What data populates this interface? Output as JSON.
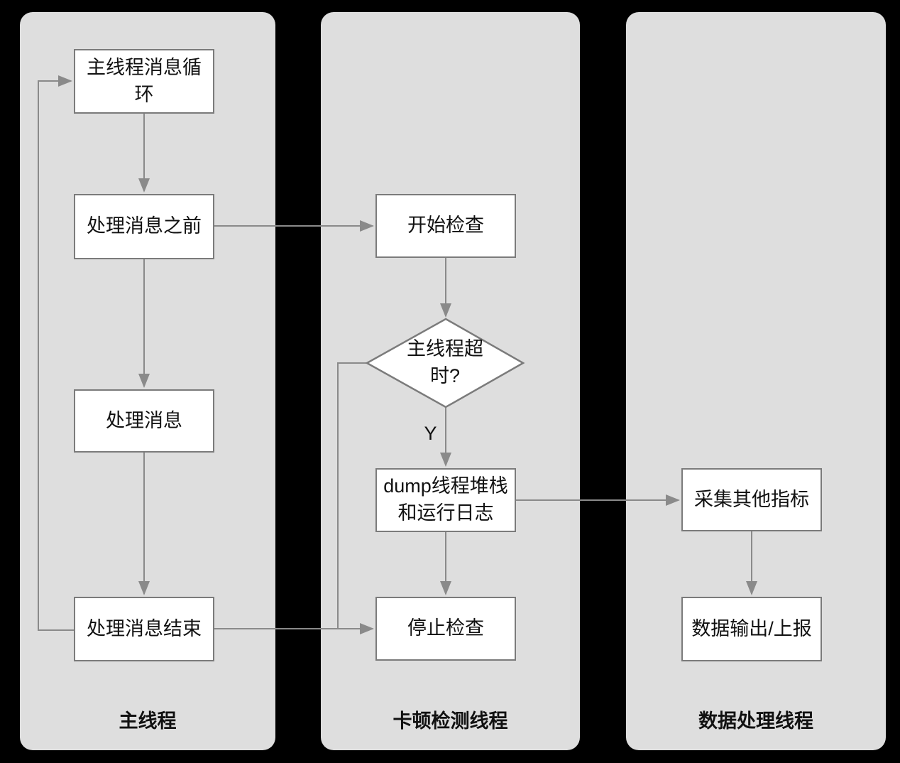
{
  "colors": {
    "background": "#000000",
    "lane_fill": "#dedede",
    "node_fill": "#ffffff",
    "node_border": "#7b7b7b",
    "connector": "#8a8a8a",
    "text": "#111111"
  },
  "lanes": [
    {
      "label": "主线程"
    },
    {
      "label": "卡顿检测线程"
    },
    {
      "label": "数据处理线程"
    }
  ],
  "nodes": {
    "main_loop": {
      "label": "主线程消息循环"
    },
    "before_msg": {
      "label": "处理消息之前"
    },
    "handle_msg": {
      "label": "处理消息"
    },
    "end_msg": {
      "label": "处理消息结束"
    },
    "start_check": {
      "label": "开始检查"
    },
    "timeout_check": {
      "label": "主线程超时?"
    },
    "dump_stack": {
      "label": "dump线程堆栈和运行日志"
    },
    "stop_check": {
      "label": "停止检查"
    },
    "collect_metrics": {
      "label": "采集其他指标"
    },
    "data_output": {
      "label": "数据输出/上报"
    }
  },
  "edge_labels": {
    "yes": "Y"
  }
}
